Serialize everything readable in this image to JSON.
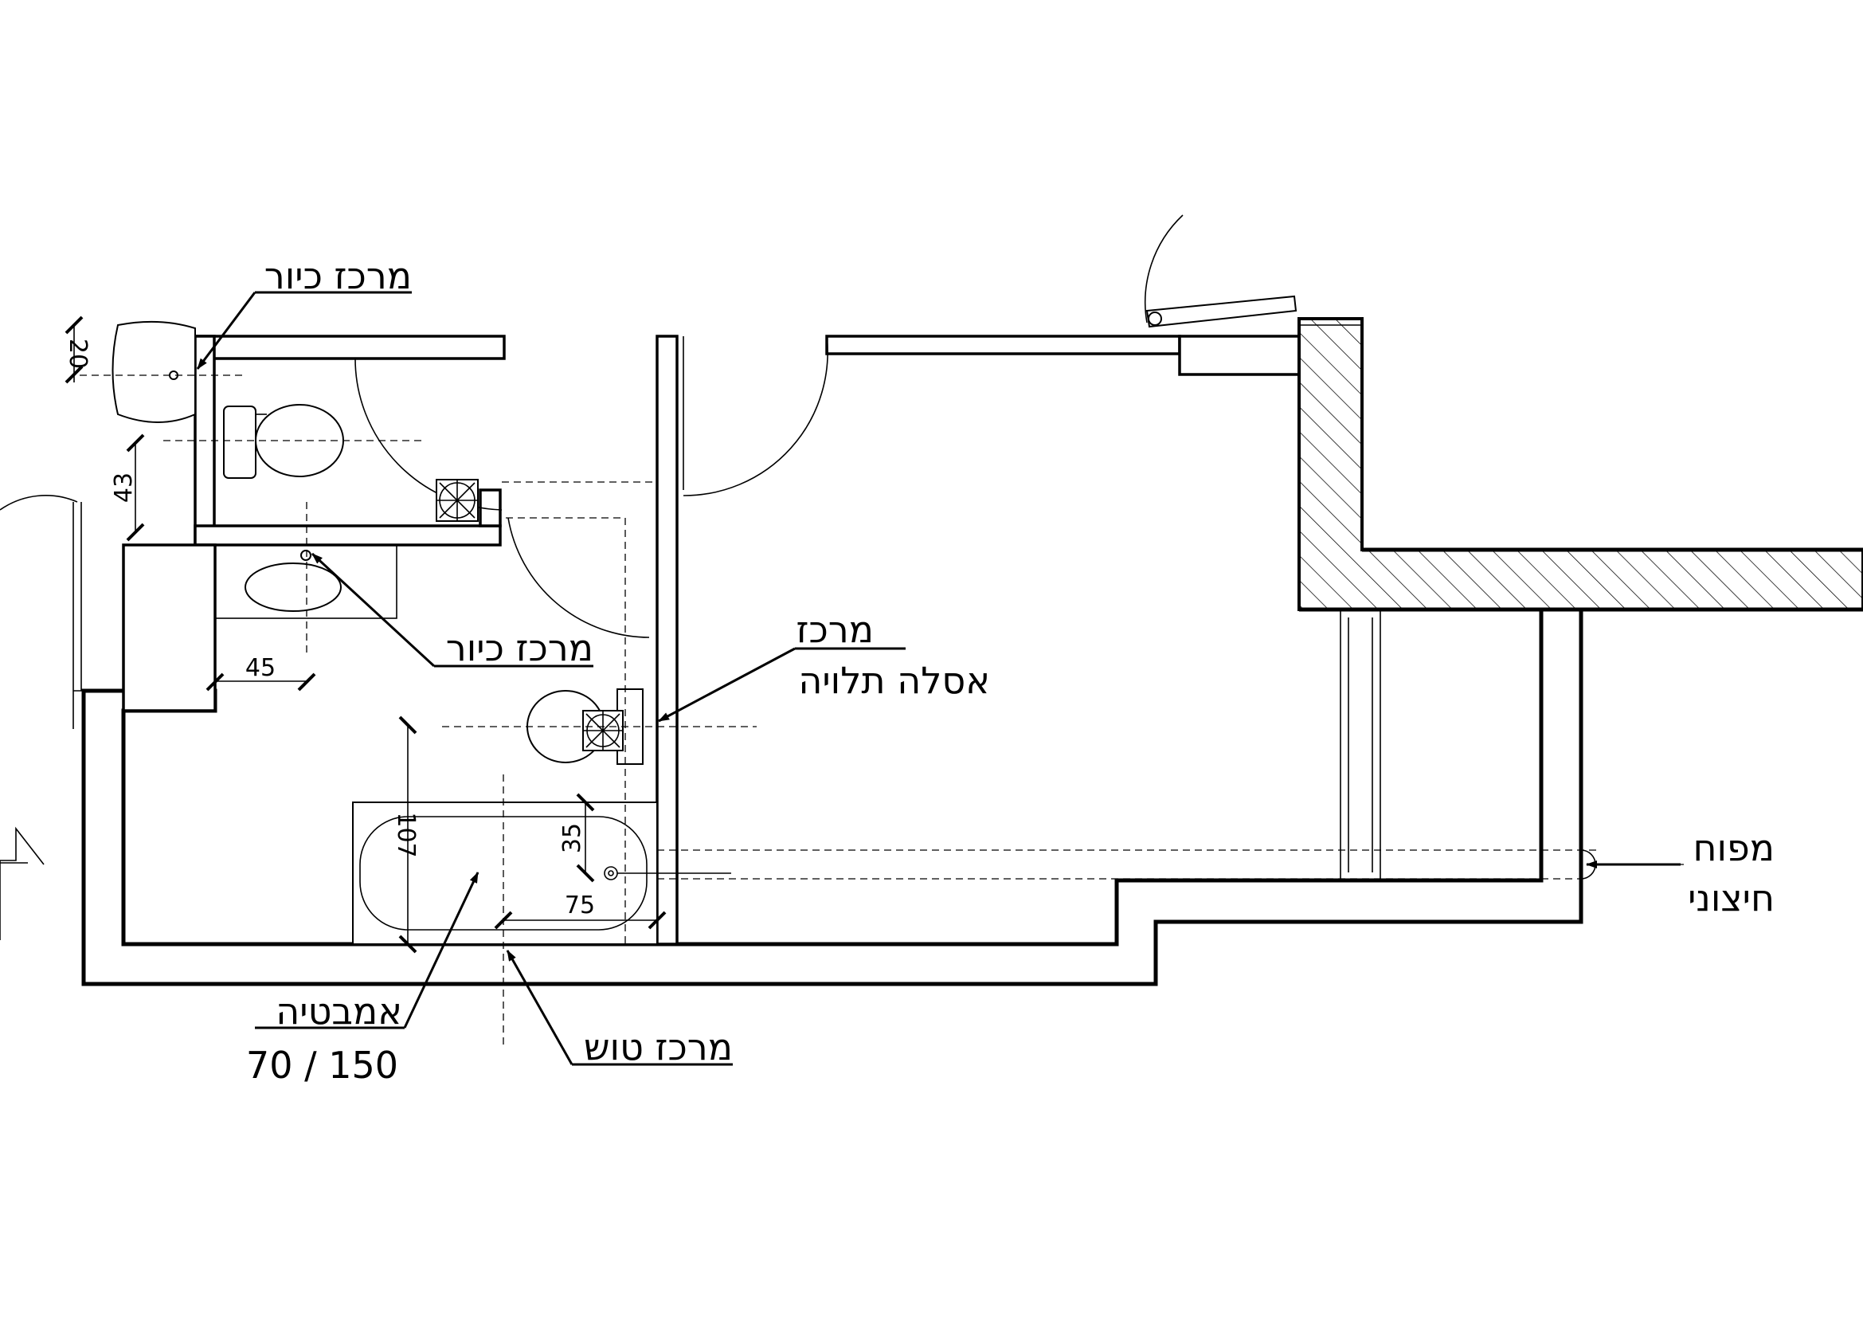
{
  "labels": {
    "sink_center_top": "מרכז כיור",
    "sink_center_mid": "מרכז כיור",
    "toilet_center_line1": "מרכז",
    "toilet_center_line2": "אסלה תלויה",
    "external_tap_line1": "מפוח",
    "external_tap_line2": "חיצוני",
    "bathtub_line1": "אמבטיה",
    "bathtub_line2": "70 / 150",
    "shower_center": "מרכז טוש"
  },
  "dimensions": {
    "sink_offset": "20",
    "sink_to_wall": "43",
    "basin_offset": "45",
    "tub_length": "107",
    "tap_height": "35",
    "tap_offset": "75"
  },
  "colors": {
    "line": "#000000",
    "background": "#ffffff"
  }
}
